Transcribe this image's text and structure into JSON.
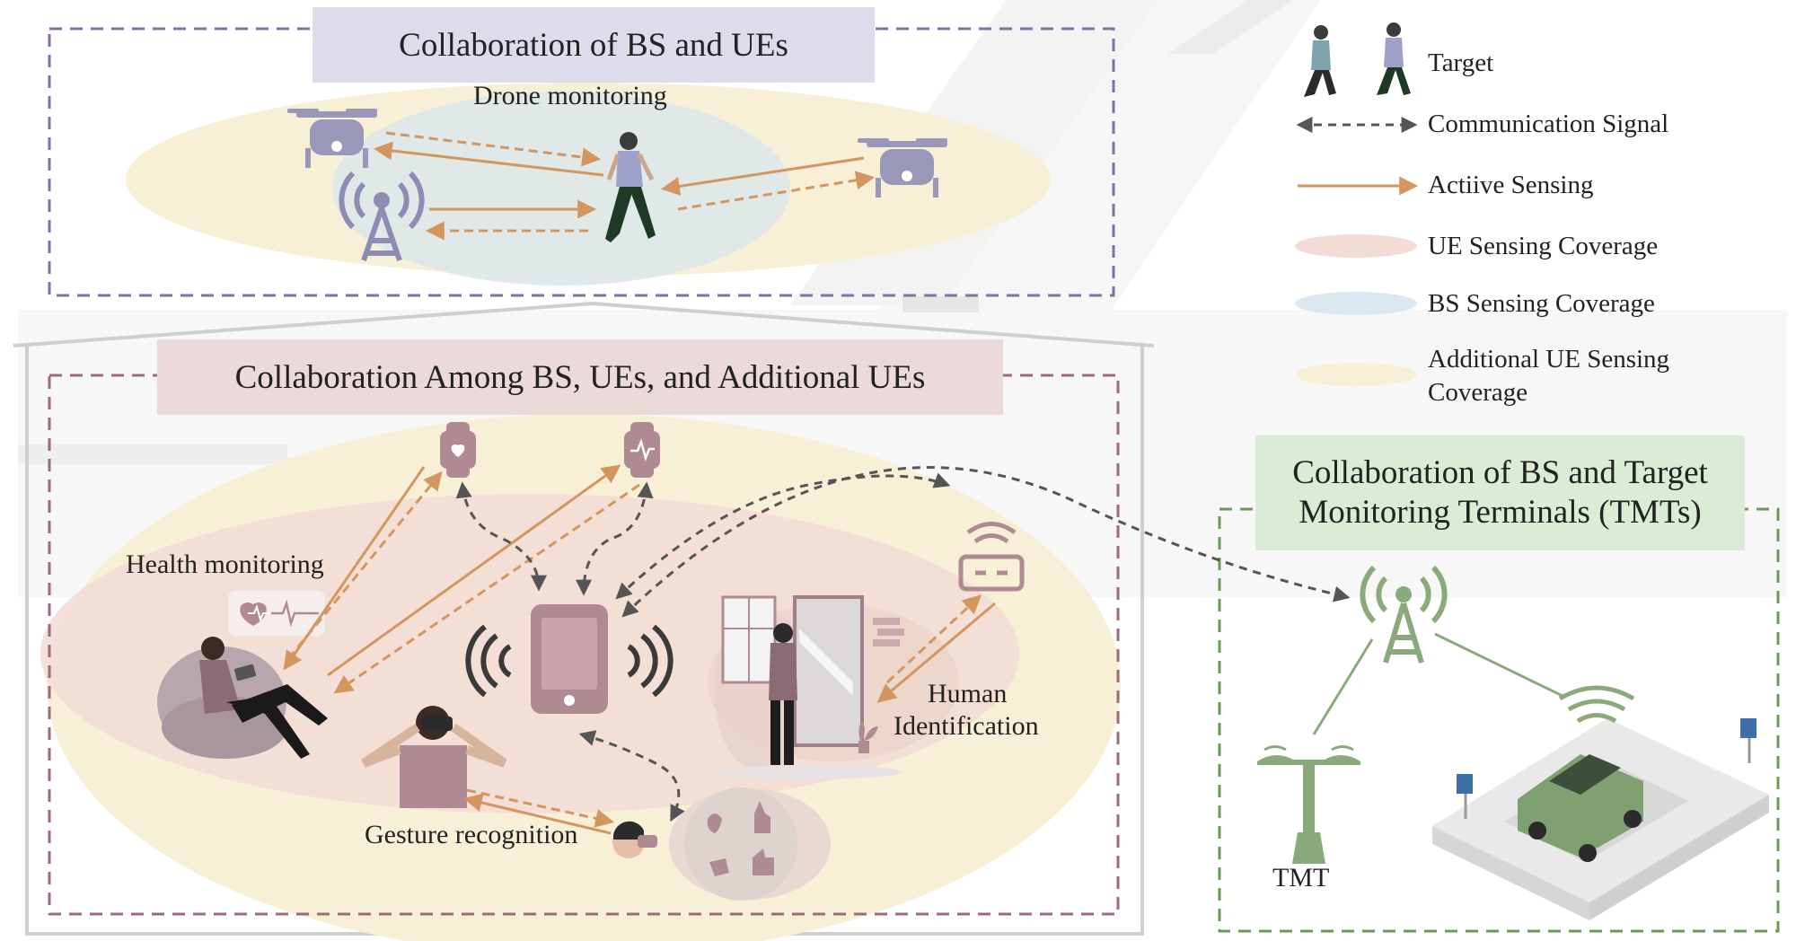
{
  "panels": {
    "top": {
      "title": "Collaboration of BS and UEs",
      "label": "Drone monitoring"
    },
    "middle": {
      "title": "Collaboration Among BS, UEs, and Additional UEs",
      "health_label": "Health monitoring",
      "gesture_label": "Gesture recognition",
      "human_id_label_line1": "Human",
      "human_id_label_line2": "Identification"
    },
    "right": {
      "title_line1": "Collaboration of BS and Target",
      "title_line2": "Monitoring Terminals (TMTs)",
      "tmt_label": "TMT"
    }
  },
  "legend": {
    "target": "Target",
    "communication": "Communication Signal",
    "active_sensing": "Actiive Sensing",
    "ue_coverage": "UE Sensing Coverage",
    "bs_coverage": "BS Sensing Coverage",
    "additional_line1": "Additional UE Sensing",
    "additional_line2": "Coverage"
  },
  "colors": {
    "sensing_arrow": "#d4965f",
    "comm_arrow": "#555555",
    "ue_coverage": "#f3dcd6",
    "bs_coverage": "#dce8ef",
    "additional_coverage": "#f7f0d6",
    "top_frame": "#7b74a6",
    "middle_frame": "#9c6b7a",
    "right_frame": "#6a9a56",
    "device_mauve": "#b08a93",
    "drone_purple": "#9a98b8",
    "tmt_green": "#8aaa7c"
  }
}
